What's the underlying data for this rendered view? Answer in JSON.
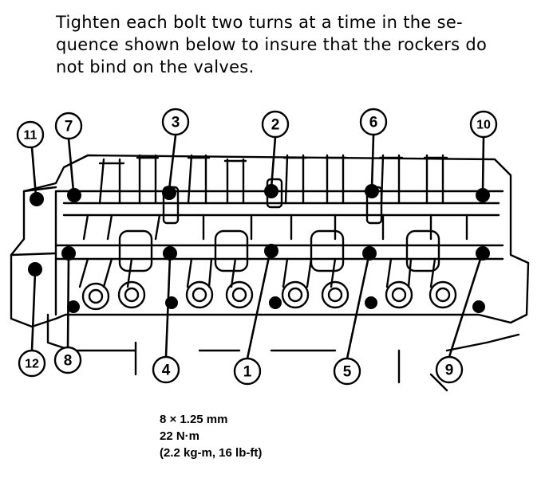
{
  "instructions": {
    "line1": "Tighten each bolt two turns at a time in the se-",
    "line2": "quence shown below to insure that the rockers do",
    "line3": "not bind on the valves."
  },
  "callouts": {
    "c1": "1",
    "c2": "2",
    "c3": "3",
    "c4": "4",
    "c5": "5",
    "c6": "6",
    "c7": "7",
    "c8": "8",
    "c9": "9",
    "c10": "10",
    "c11": "11",
    "c12": "12"
  },
  "specs": {
    "thread": "8 × 1.25 mm",
    "torque_nm": "22 N·m",
    "torque_alt": "(2.2 kg-m, 16 lb-ft)"
  }
}
